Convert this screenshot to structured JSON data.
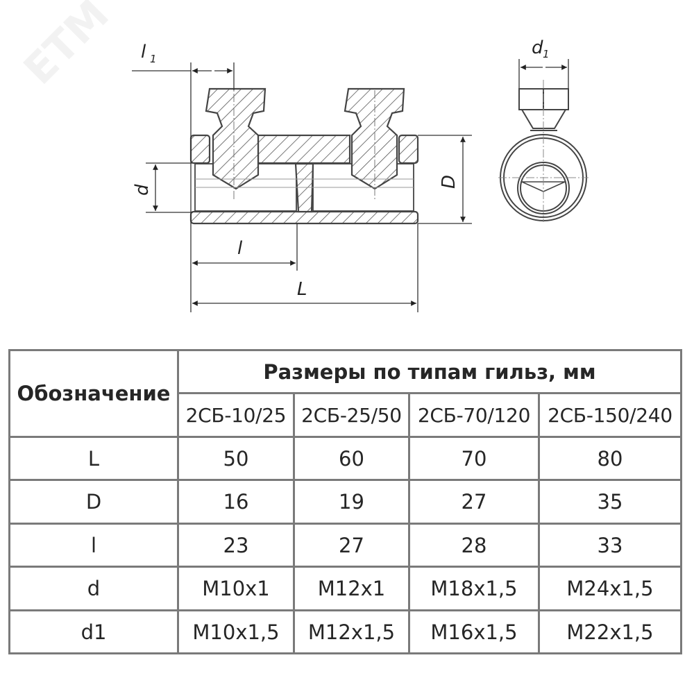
{
  "drawing": {
    "labels": {
      "l1": "l",
      "l1_sub": "1",
      "d1": "d",
      "d1_sub": "1",
      "d": "d",
      "D": "D",
      "l": "l",
      "L": "L"
    },
    "watermark": "ETM"
  },
  "table": {
    "designation_header": "Обозначение",
    "group_header": "Размеры по типам гильз, мм",
    "columns": [
      "2СБ-10/25",
      "2СБ-25/50",
      "2СБ-70/120",
      "2СБ-150/240"
    ],
    "rows": [
      {
        "label": "L",
        "values": [
          "50",
          "60",
          "70",
          "80"
        ]
      },
      {
        "label": "D",
        "values": [
          "16",
          "19",
          "27",
          "35"
        ]
      },
      {
        "label": "l",
        "values": [
          "23",
          "27",
          "28",
          "33"
        ]
      },
      {
        "label": "d",
        "values": [
          "M10x1",
          "M12x1",
          "M18x1,5",
          "M24x1,5"
        ]
      },
      {
        "label": "d1",
        "values": [
          "M10x1,5",
          "M12x1,5",
          "M16x1,5",
          "M22x1,5"
        ]
      }
    ]
  },
  "colors": {
    "line": "#333333",
    "border": "#7a7a7a",
    "text": "#262626"
  }
}
